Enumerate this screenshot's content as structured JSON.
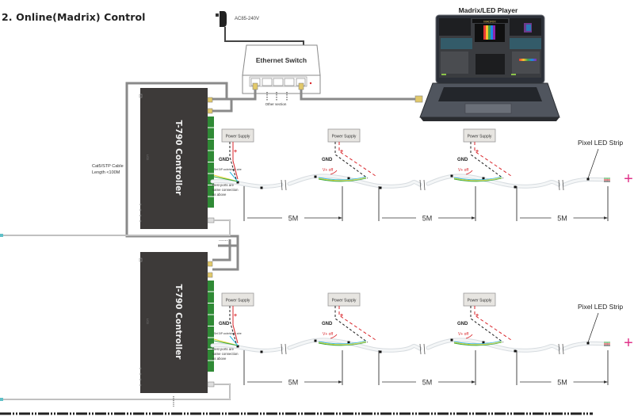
{
  "title": "2. Online(Madrix) Control",
  "adapter": {
    "label": "AC85-240V",
    "icon": "power-adapter-icon"
  },
  "switch": {
    "label": "Ethernet Switch",
    "ports_label": "Other section",
    "port_count": 5
  },
  "laptop": {
    "label": "Madrix/LED Player",
    "screen_brand": "MADRIX"
  },
  "cable_note": {
    "line1": "Cat5/STP Cable",
    "line2": "Length <100M"
  },
  "colors": {
    "controller": "#3d3a39",
    "terminal_green": "#2f8a35",
    "cable_gray": "#8a8a8a",
    "positive_red": "#d9262b",
    "magenta_plus": "#e0338a",
    "wire_yellow": "#e5d630",
    "wire_blue": "#2eb6e0",
    "wire_green": "#3aa945",
    "ps_fill": "#e7e5e1"
  },
  "rows": [
    {
      "controller": {
        "label": "T-790 Controller",
        "lcd_label": "LCD"
      },
      "first_wire_note": "Set DIP code/single wire",
      "rest_ports_note": [
        "Rest ports are",
        "same connection",
        "as above"
      ],
      "power_supplies": [
        {
          "label": "Power Supply",
          "gnd": "GND",
          "plus": "+",
          "note": ""
        },
        {
          "label": "Power Supply",
          "gnd": "GND",
          "plus": "+",
          "note": "V+ off"
        },
        {
          "label": "Power Supply",
          "gnd": "GND",
          "plus": "+",
          "note": "V+ off"
        }
      ],
      "segments": [
        {
          "length": "5M"
        },
        {
          "length": "5M"
        },
        {
          "length": "5M"
        }
      ],
      "strip_label": "Pixel LED Strip",
      "end_symbol": "+"
    },
    {
      "controller": {
        "label": "T-790 Controller",
        "lcd_label": "LCD"
      },
      "first_wire_note": "Set DIP code/single wire",
      "rest_ports_note": [
        "Rest ports are",
        "same connection",
        "as above"
      ],
      "power_supplies": [
        {
          "label": "Power Supply",
          "gnd": "GND",
          "plus": "+",
          "note": ""
        },
        {
          "label": "Power Supply",
          "gnd": "GND",
          "plus": "+",
          "note": "V+ off"
        },
        {
          "label": "Power Supply",
          "gnd": "GND",
          "plus": "+",
          "note": "V+ off"
        }
      ],
      "segments": [
        {
          "length": "5M"
        },
        {
          "length": "5M"
        },
        {
          "length": "5M"
        }
      ],
      "strip_label": "Pixel LED Strip",
      "end_symbol": "+"
    }
  ],
  "continuation": {
    "dots": "......"
  }
}
